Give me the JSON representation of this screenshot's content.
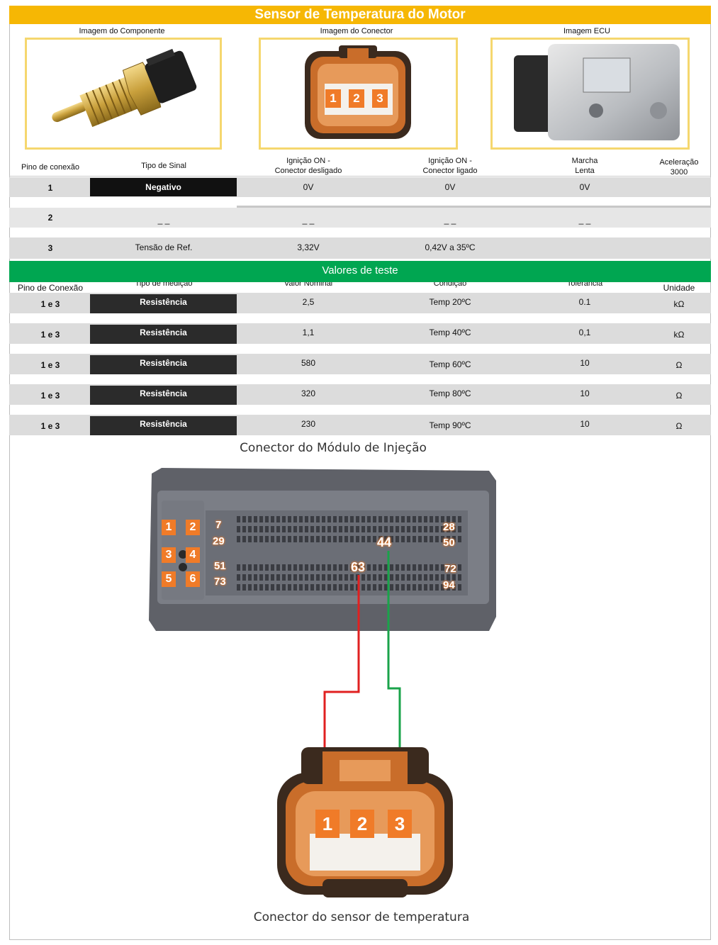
{
  "title": "Sensor de Temperatura do Motor",
  "images": {
    "component_caption": "Imagem do Componente",
    "connector_caption": "Imagem do Conector",
    "ecu_caption": "Imagem ECU",
    "connector_pins": [
      "1",
      "2",
      "3"
    ]
  },
  "signal_table": {
    "headers": [
      "Pino de conexão",
      "Tipo de Sinal",
      "Ignição ON - Conector desligado",
      "Ignição ON - Conector ligado",
      "Marcha Lenta",
      "Aceleração 3000"
    ],
    "header_lines": {
      "ign_off": [
        "Ignição ON -",
        "Conector desligado"
      ],
      "ign_on": [
        "Ignição ON -",
        "Conector ligado"
      ],
      "idle": [
        "Marcha",
        "Lenta"
      ],
      "accel": [
        "Aceleração",
        "3000"
      ]
    },
    "rows": [
      {
        "pin": "1",
        "type": "Negativo",
        "ign_off": "0V",
        "ign_on": "0V",
        "idle": "0V",
        "accel": ""
      },
      {
        "pin": "2",
        "type": "_ _",
        "ign_off": "_ _",
        "ign_on": "_ _",
        "idle": "_ _",
        "accel": ""
      },
      {
        "pin": "3",
        "type": "Tensão de Ref.",
        "ign_off": "3,32V",
        "ign_on": "0,42V a 35ºC",
        "idle": "",
        "accel": ""
      }
    ]
  },
  "test_section": {
    "title": "Valores de teste",
    "headers": [
      "Pino de Conexão",
      "Tipo de medição",
      "Valor Nominal",
      "Condição",
      "Tolerância",
      "Unidade"
    ],
    "rows": [
      {
        "pin": "1 e 3",
        "type": "Resistência",
        "nominal": "2,5",
        "condition": "Temp 20ºC",
        "tolerance": "0.1",
        "unit": "kΩ"
      },
      {
        "pin": "1 e 3",
        "type": "Resistência",
        "nominal": "1,1",
        "condition": "Temp 40ºC",
        "tolerance": "0,1",
        "unit": "kΩ"
      },
      {
        "pin": "1 e 3",
        "type": "Resistência",
        "nominal": "580",
        "condition": "Temp 60ºC",
        "tolerance": "10",
        "unit": "Ω"
      },
      {
        "pin": "1 e 3",
        "type": "Resistência",
        "nominal": "320",
        "condition": "Temp 80ºC",
        "tolerance": "10",
        "unit": "Ω"
      },
      {
        "pin": "1 e 3",
        "type": "Resistência",
        "nominal": "230",
        "condition": "Temp 90ºC",
        "tolerance": "10",
        "unit": "Ω"
      }
    ]
  },
  "diagram": {
    "ecu_caption": "Conector do Módulo de Injeção",
    "sensor_caption": "Conector do sensor de temperatura",
    "ecu_left_pins": [
      "1",
      "2",
      "3",
      "4",
      "5",
      "6"
    ],
    "ecu_labels": [
      "7",
      "29",
      "51",
      "73",
      "28",
      "50",
      "72",
      "94"
    ],
    "ecu_highlight_pins": [
      "63",
      "44"
    ],
    "sensor_pins": [
      "1",
      "2",
      "3"
    ],
    "wire_colors": {
      "red": "#e02020",
      "green": "#1aa34a"
    }
  }
}
